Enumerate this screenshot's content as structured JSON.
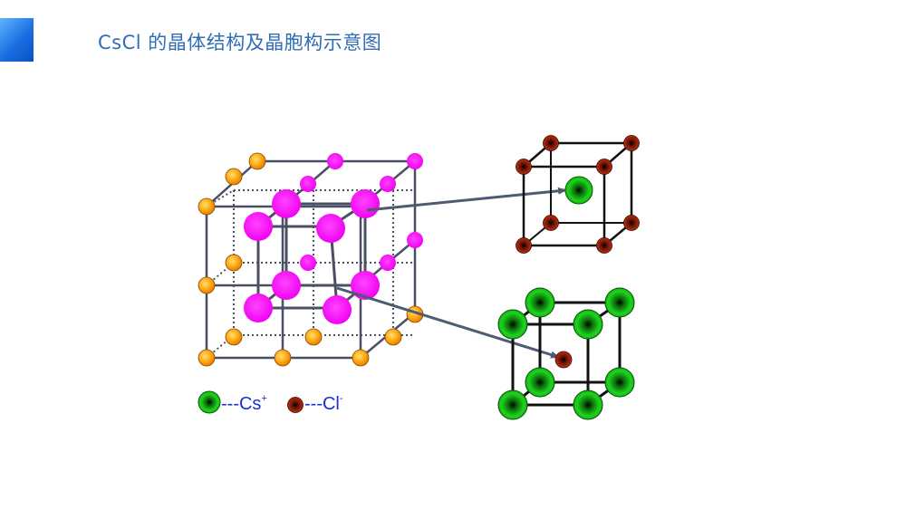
{
  "title": "CsCl 的晶体结构及晶胞构示意图",
  "legend": {
    "cation": {
      "label": "---Cs",
      "charge": "+"
    },
    "anion": {
      "label": "---Cl",
      "charge": "-"
    }
  },
  "colors": {
    "cation_green": "#1fd21f",
    "anion_red": "#b3260e",
    "lattice_orange": "#ffa310",
    "lattice_magenta": "#ff19ff",
    "line_dark": "#4a5064",
    "arrow": "#4f5b73",
    "title_blue": "#2f6db5",
    "legend_blue": "#1a2fd0"
  }
}
